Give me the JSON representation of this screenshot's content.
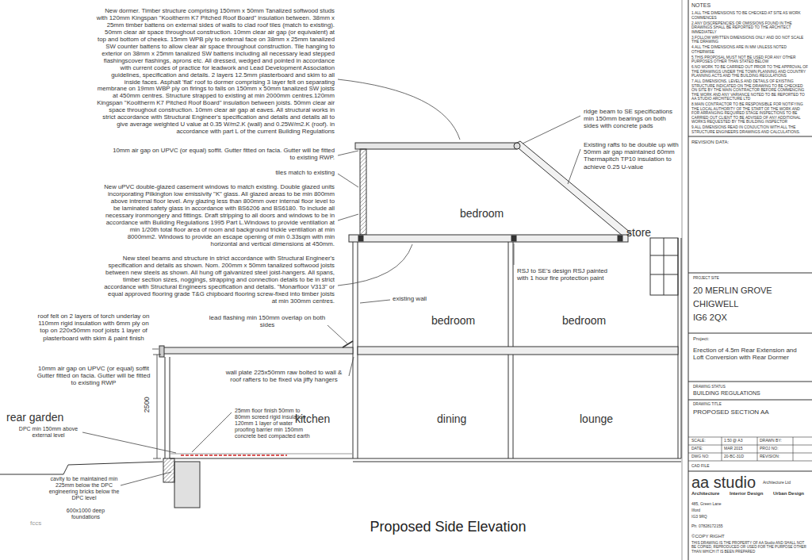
{
  "diagram": {
    "caption": "Proposed Side Elevation",
    "labels": [
      "New dormer. Timber structure comprising 150mm x 50mm Tanalized softwood studs with 120mm Kingspan \"Kooltherm K7 Pitched Roof Board\" insulation between. 38mm x 25mm timber battens on external sides of walls to clad roof tiles (match to existing). 50mm clear air space throughout construction. 10mm clear air gap (or equivalent) at top and bottom of cheeks. 15mm WPB ply to external face on 38mm x 25mm tanalized SW counter battens to allow clear air space throughout construction. Tile hanging to exterior on 38mm x 25mm tanalized SW battens including all necessary lead stepped flashingscover flashings, aprons etc. All dressed, wedged and pointed in accordance with current codes of practice for leadwork and Lead Development Association guidelines, specification and details. 2 layers 12.5mm plasterboard and skim to all inside faces. Asphalt 'flat' roof to dormer comprising 3 layer felt on separating membrane on 19mm WBP ply on firings to falls on 150mm x 50mm tanalized SW joists at 450mm centres. Structure strapped to existing at min 2000mm centres.120mm Kingspan \"Kooltherm K7 Pitched Roof Board\" insulation between joists. 50mm clear air space throughout construction. 10mm clear air gap at eaves. All structural works in strict accordance with Structural Engineer's specification and details and details all to give average weighted U value at 0.35 W/m2.K (wall) and 0.25W/m2.K (roof). in accordance with part L of the current Building Regulations",
      "10mm air gap on UPVC (or equal) soffit. Gutter fitted on facia. Gutter will be fitted to existing RWP.",
      "tiles match to existing",
      "New uPVC double-glazed casement windows to match existing. Double glazed units incorporating Pilkington low emissivity \"K\" glass. All glazed areas to be min 800mm above intrernal floor level. Any glazing less than 800mm over internal floor level to be laminated safety glass in accordance with BS6206 and BS6180. To include all necessary ironmongery and fittings. Draft stripping to all doors and windows to be in accordance with Building Regulations 1995 Part L.Windows to provide ventilation at min 1/20th total floor area of room and background trickle ventilation at min 8000mm2. Windows to provide an escape opening of min 0.33sqm with min horizontal and vertical dimensions at 450mm.",
      "New steel beams and structure in strict accordance with Structural Engineer's specification and details as shown. Nom. 200mm x 50mm tanalized softwood joists between new steels as shown. All hung off galvanized steel joist-hangers. All spans, timber section sizes, noggings, strapping and connection details to be in strict accordance with Structural Engineers specification and details. \"Monarfloor V313\" or equal approved flooring grade T&G chipboard flooring screw-fixed into timber joists at min 300mm centres.",
      "ridge beam to SE specifications min 150mm bearings on both sides with concrete pads",
      "Existing rafts to be double up with 50mm air gap maintained 60mm Thermapitch TP10 insulation to achieve 0.25 U-value",
      "bedroom",
      "store",
      "RSJ to SE's design RSJ painted with 1 hour fire protection paint",
      "existing wall",
      "bedroom",
      "bedroom",
      "roof felt on 2 layers of torch underlay on 110mm rigid insulation with 6mm ply on top on 220x50mm roof joists 1 layer of plasterboard with skim & paint finish",
      "lead flashing min 150mm overlap on both sides",
      "10mm air gap on UPVC (or equal) soffit Gutter fitted on facia. Gutter will be fitted to existing RWP",
      "wall plate 225x50mm raw bolted to wall & roof rafters to be fixed via jiffy hangers",
      "rear garden",
      "2500",
      "kitchen",
      "dining",
      "lounge",
      "25mm floor finish 50mm to 80mm screed rigid insulation 120mm 1 layer of water proofing barrier min 150mm concrete bed compacted earth",
      "DPC min 150mm above external level",
      "cavity to be maintained min 225mm below the DPC engineering bricks below the DPC level",
      "600x1000 deep foundations",
      "fccs",
      "NOTES",
      "1.ALL THE DIMENSIONS TO BE CHECKED AT SITE AS WORK COMMENCES",
      "2.ANY DISCREPENCIES OR OMISSIONS FOUND IN THE DRAWINGS SHALL BE REPORTED TO THE ARCHITECT IMMEDIATELY",
      "3.FOLLOW WRITTEN DIMENSIONS ONLY AND DO NOT SCALE THE DRAWING",
      "4.ALL THE DIMENSIONS ARE IN MM UNLESS NOTED OTHERWISE",
      "5.THIS PROPOSAL MUST NOT BE USED FOR ANY OTHER PURPOSES OTHER THAN STATED BELOW",
      "6.NO WORK TO BE CARRIED OUT PRIOR TO THE APPROVAL OF THE DRAWINGS UNDER THE TOWN PLANNING AND COUNTRY PLANNING ACTS AND THE BUILDING REGULATIONS",
      "7.ALL DIMENSIONS, LEVELS AND DETAILS OF EXISTING STRUCTURE INDICATED ON THE DRAWING TO BE CHECKED ON SITE BY THE MAIN CONTRACTOR BEFORE COMMENCING THE WORK AND ANY VARIANCE NOTED TO BE REPORTED TO AA STUDIO ARCHITECTURE LTD",
      "8.MAIN CONTRACTOR TO BE RESPONSIBLE FOR NOTIFYING THE LOCAL AUTHORITY OF THE START OF THE WORK AND FOR ARRANGING REQUIRED STAGE INSPECTIONS TO BE CARRIED OUT CLIENT TO BE ADVISED OF ANY ADDITIONAL WORKS REQUESTED BY THE BUILDING INSPECTOR",
      "9.ALL DIMENSIONS READ IN CONJUCTION WITH ALL THE STRUCTURE ENGINEERS DRAWINGS AND CALCULATIONS.",
      "REVISION DATA:",
      "PROJECT SITE",
      "20 MERLIN GROVE",
      "CHIGWELL",
      "IG6 2QX",
      "Project:",
      "Erection of 4.5m Rear Extension and Loft Conversion with Rear Dormer",
      "DRAWING STATUS",
      "BUILDING REGULATIONS",
      "DRAWING TITLE",
      "PROPOSED SECTION AA",
      "SCALE:",
      "1:50 @ A3",
      "DRAWN BY:",
      "DATE:",
      "MAR 2015",
      "PROJ NO:",
      "DWG NO:",
      "20-BC-31D",
      "REVISION:",
      "CAD FILE",
      "aa studio",
      "Architecture Ltd",
      "Architecture",
      "Interior Design",
      "Urban Design",
      "485, Green Lane",
      "Ilford",
      "IG3 9RQ",
      "Ph: 07828172155",
      "©COPY RIGHT",
      "THIS DRAWING IS THE PROPERTY OF AA Studio AND SHALL NOT BE COPIED, REPRODUCED OR USED FOR THE PURPOSE OTHER THAN WHICH IT IS BEEN PREPARED"
    ]
  }
}
